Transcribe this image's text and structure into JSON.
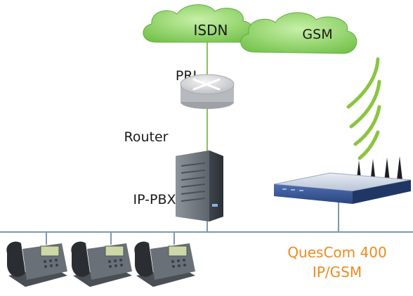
{
  "clouds": {
    "isdn": "ISDN",
    "gsm": "GSM"
  },
  "labels": {
    "pri": "PRI",
    "router": "Router",
    "ip_pbx": "IP-PBX"
  },
  "device": {
    "line1": "QuesCom 400",
    "line2": "IP/GSM"
  },
  "colors": {
    "cloud_fill": "#8fd26a",
    "cloud_edge": "#5fae3f",
    "wave": "#8bc53f",
    "link_line": "#8fbf5a",
    "network_line": "#7f97b3",
    "device_label": "#f08a1e",
    "gateway_body": "#3c5a9a"
  },
  "icons": {
    "router": "router-icon",
    "server": "server-tower-icon",
    "gateway": "gsm-gateway-icon",
    "phone": "desk-phone-icon",
    "signal": "wireless-signal-icon"
  }
}
